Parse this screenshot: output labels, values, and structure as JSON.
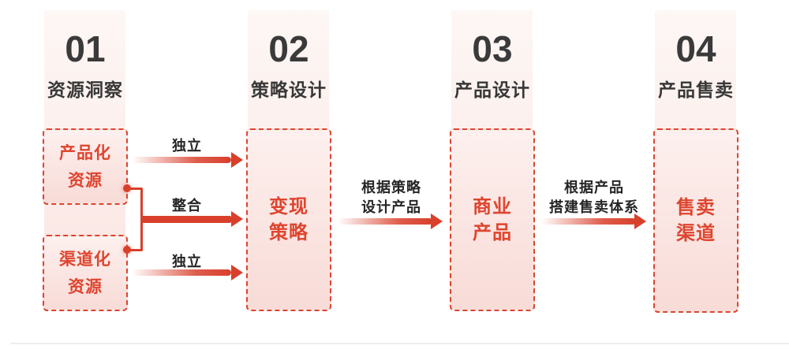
{
  "steps": [
    {
      "number": "01",
      "title": "资源洞察",
      "boxes": [
        {
          "lines": [
            "产品化",
            "资源"
          ]
        },
        {
          "lines": [
            "渠道化",
            "资源"
          ]
        }
      ]
    },
    {
      "number": "02",
      "title": "策略设计",
      "boxes": [
        {
          "lines": [
            "变现",
            "策略"
          ]
        }
      ]
    },
    {
      "number": "03",
      "title": "产品设计",
      "boxes": [
        {
          "lines": [
            "商业",
            "产品"
          ]
        }
      ]
    },
    {
      "number": "04",
      "title": "产品售卖",
      "boxes": [
        {
          "lines": [
            "售卖",
            "渠道"
          ]
        }
      ]
    }
  ],
  "arrows": {
    "independent_top": {
      "label": "独立"
    },
    "merge": {
      "label": "整合"
    },
    "independent_bottom": {
      "label": "独立"
    },
    "strategy_to_product": {
      "label_lines": [
        "根据策略",
        "设计产品"
      ]
    },
    "product_to_sales": {
      "label_lines": [
        "根据产品",
        "搭建售卖体系"
      ]
    }
  },
  "colors": {
    "accent_red": "#d8402c",
    "box_border_red": "#dc4430",
    "box_text_red": "#de452f",
    "box_fill_top": "#fdf0ee",
    "box_fill_bottom": "#f8dbd7",
    "strip_fill_top": "#fdf7f5",
    "strip_fill_bottom": "#f9e3df",
    "heading_dark": "#3a3a3a",
    "label_dark": "#262626"
  }
}
